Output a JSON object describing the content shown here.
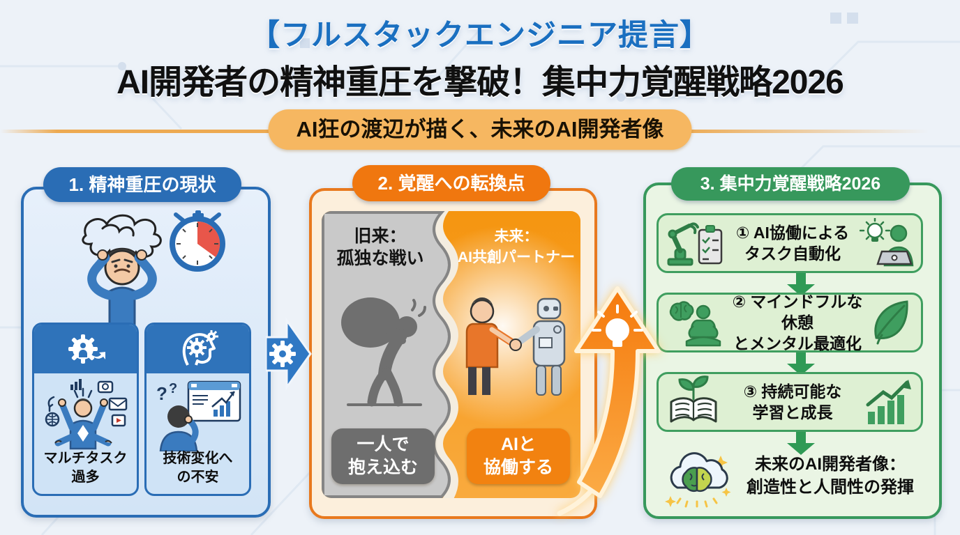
{
  "header": {
    "title_line1": "【フルスタックエンジニア提言】",
    "title_line2": "AI開発者の精神重圧を撃破！集中力覚醒戦略2026",
    "badge": "AI狂の渡辺が描く、未来のAI開発者像"
  },
  "panel1": {
    "title": "1. 精神重圧の現状",
    "cards": [
      {
        "label": "マルチタスク\n過多",
        "icon": "gears-sync-icon"
      },
      {
        "label": "技術変化へ\nの不安",
        "icon": "head-gears-icon"
      }
    ]
  },
  "transition1": {
    "icon": "gear-arrow-right-icon"
  },
  "panel2": {
    "title": "2. 覚醒への転換点",
    "left": {
      "heading": "旧来：\n孤独な戦い",
      "tag": "一人で\n抱え込む",
      "icon": "burdened-person-icon"
    },
    "right": {
      "heading": "未来：\nAI共創パートナー",
      "tag": "AIと\n協働する",
      "icon": "human-robot-handshake-icon"
    }
  },
  "transition2": {
    "icon": "lightbulb-up-arrow-icon"
  },
  "panel3": {
    "title": "3. 集中力覚醒戦略2026",
    "steps": [
      {
        "label": "① AI協働による\nタスク自動化",
        "icon_left": "robot-arm-checklist-icon",
        "icon_right": "idea-laptop-person-icon"
      },
      {
        "label": "② マインドフルな休憩\nとメンタル最適化",
        "icon_left": "brain-meditation-icon",
        "icon_right": "leaf-icon"
      },
      {
        "label": "③ 持続可能な\n学習と成長",
        "icon_left": "book-sprout-icon",
        "icon_right": "growth-chart-icon"
      }
    ],
    "conclusion": "未来のAI開発者像：\n創造性と人間性の発揮",
    "conclusion_icon": "cloud-brain-icon"
  },
  "colors": {
    "background": "#edf2f8",
    "title_blue": "#1a6fc0",
    "badge_bg": "#f6b761",
    "panel1_blue": "#2a6db5",
    "panel2_orange": "#f0770f",
    "panel3_green": "#37985c",
    "old_gray": "#c9c9c9",
    "stopwatch_red": "#e8564a"
  }
}
